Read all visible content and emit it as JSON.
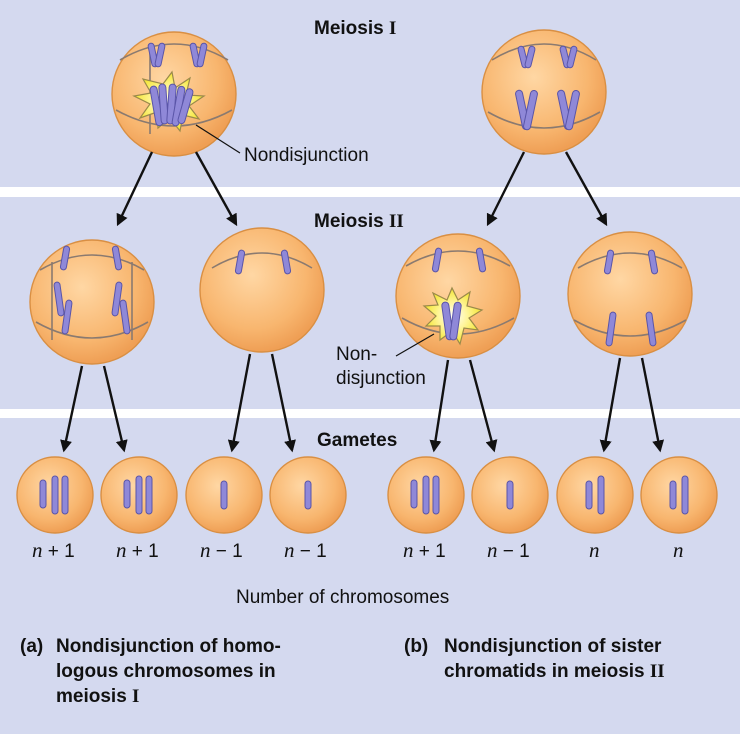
{
  "bands": {
    "meiosis1": {
      "title": "Meiosis",
      "roman": "I"
    },
    "meiosis2": {
      "title": "Meiosis",
      "roman": "II"
    },
    "gametes": {
      "title": "Gametes"
    }
  },
  "annotations": {
    "nondisjunction_1": "Nondisjunction",
    "nondisjunction_2_line1": "Non-",
    "nondisjunction_2_line2": "disjunction"
  },
  "gametes": [
    {
      "n": "n",
      "suffix": " + 1"
    },
    {
      "n": "n",
      "suffix": " + 1"
    },
    {
      "n": "n",
      "suffix": " − 1"
    },
    {
      "n": "n",
      "suffix": " − 1"
    },
    {
      "n": "n",
      "suffix": " + 1"
    },
    {
      "n": "n",
      "suffix": " − 1"
    },
    {
      "n": "n",
      "suffix": ""
    },
    {
      "n": "n",
      "suffix": ""
    }
  ],
  "axis_caption": "Number of chromosomes",
  "captions": {
    "a": {
      "tag": "(a)",
      "line1": "Nondisjunction of homo-",
      "line2": "logous chromosomes in",
      "line3_prefix": "meiosis ",
      "line3_roman": "I"
    },
    "b": {
      "tag": "(b)",
      "line1": "Nondisjunction of sister",
      "line2_prefix": "chromatids in meiosis ",
      "line2_roman": "II"
    }
  },
  "colors": {
    "band": "#d4d9ef",
    "cell": "#f8b66f",
    "chromosome": "#8f88d8",
    "burst": "#f3e722"
  }
}
